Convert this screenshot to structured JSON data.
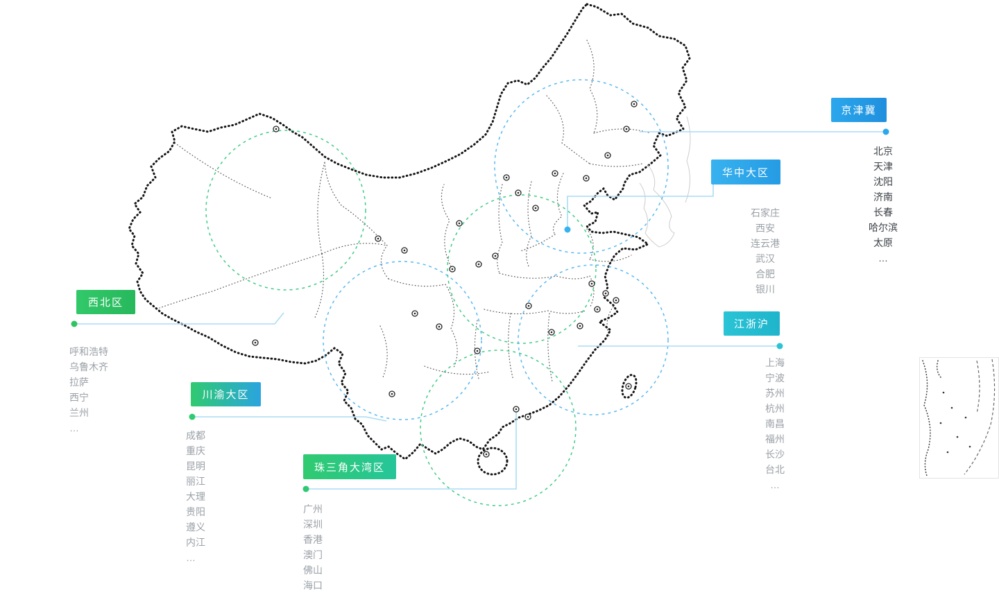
{
  "regions": [
    {
      "key": "jingjinji",
      "label": "京津冀",
      "badge_colors": [
        "#2ba7ec",
        "#1f8fdd"
      ],
      "dot_color": "#2ba7ec",
      "cities": [
        "北京",
        "天津",
        "沈阳",
        "济南",
        "长春",
        "哈尔滨",
        "太原",
        "…"
      ]
    },
    {
      "key": "huazhong",
      "label": "华中大区",
      "badge_colors": [
        "#38b2ef",
        "#259be4"
      ],
      "dot_color": "#38b2ef",
      "cities": [
        "石家庄",
        "西安",
        "连云港",
        "武汉",
        "合肥",
        "银川"
      ]
    },
    {
      "key": "xibei",
      "label": "西北区",
      "badge_colors": [
        "#32c96a",
        "#27b85c"
      ],
      "dot_color": "#2fc463",
      "cities": [
        "呼和浩特",
        "乌鲁木齐",
        "拉萨",
        "西宁",
        "兰州",
        "…"
      ]
    },
    {
      "key": "chuanyu",
      "label": "川渝大区",
      "badge_colors": [
        "#30ca70",
        "#2aa4df"
      ],
      "dot_color": "#30ca70",
      "cities": [
        "成都",
        "重庆",
        "昆明",
        "丽江",
        "大理",
        "贵阳",
        "遵义",
        "内江",
        "…"
      ]
    },
    {
      "key": "zhusanjiao",
      "label": "珠三角大湾区",
      "badge_colors": [
        "#30ca70",
        "#26c59a"
      ],
      "dot_color": "#2fc973",
      "cities": [
        "广州",
        "深圳",
        "香港",
        "澳门",
        "佛山",
        "海口",
        "…"
      ]
    },
    {
      "key": "jiangzhehu",
      "label": "江浙沪",
      "badge_colors": [
        "#2ac4d6",
        "#1fb4cb"
      ],
      "dot_color": "#2ac4d6",
      "cities": [
        "上海",
        "宁波",
        "苏州",
        "杭州",
        "南昌",
        "福州",
        "长沙",
        "台北",
        "…"
      ]
    }
  ],
  "colors": {
    "circle_blue": "#57b8f0",
    "circle_green": "#3ecb85",
    "connector_line": "#a9dcf5",
    "city_text": "#9aa0a6",
    "city_text_dark": "#3b4045",
    "map_outline": "#151515",
    "province_line": "#3c3c3c",
    "neighbor_line": "#cccccc"
  },
  "icons": {
    "city_marker": "double-circle-marker"
  }
}
